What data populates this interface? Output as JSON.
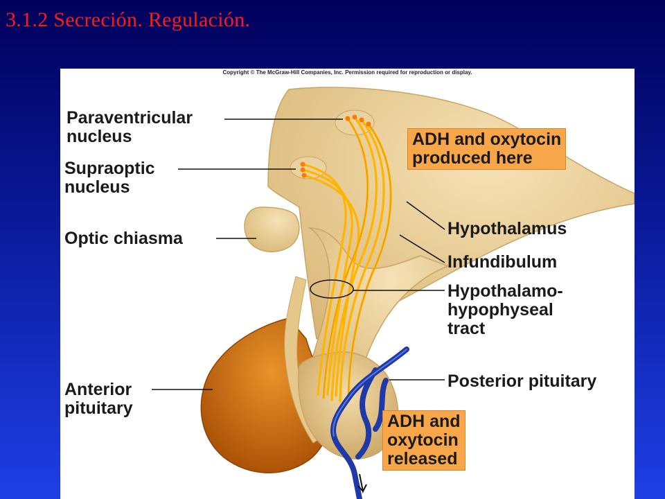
{
  "slide": {
    "title": "3.1.2 Secreción.  Regulación."
  },
  "figure": {
    "copyright": "Copyright © The McGraw-Hill Companies, Inc. Permission required for reproduction or display.",
    "labels": {
      "paraventricular": "Paraventricular\nnucleus",
      "supraoptic": "Supraoptic\nnucleus",
      "optic_chiasma": "Optic chiasma",
      "hypothalamus": "Hypothalamus",
      "infundibulum": "Infundibulum",
      "tract": "Hypothalamo-\nhypophyseal\ntract",
      "posterior_pituitary": "Posterior pituitary",
      "anterior_pituitary": "Anterior\npituitary"
    },
    "callouts": {
      "produced": "ADH and oxytocin\nproduced here",
      "released": "ADH and\noxytocin\nreleased"
    },
    "colors": {
      "tissue": "#f0d49a",
      "tissue_edge": "#c8a466",
      "anterior": "#d9740c",
      "nerve": "#ffb400",
      "vessel": "#1f3aa8",
      "callout": "#f7a649"
    }
  }
}
